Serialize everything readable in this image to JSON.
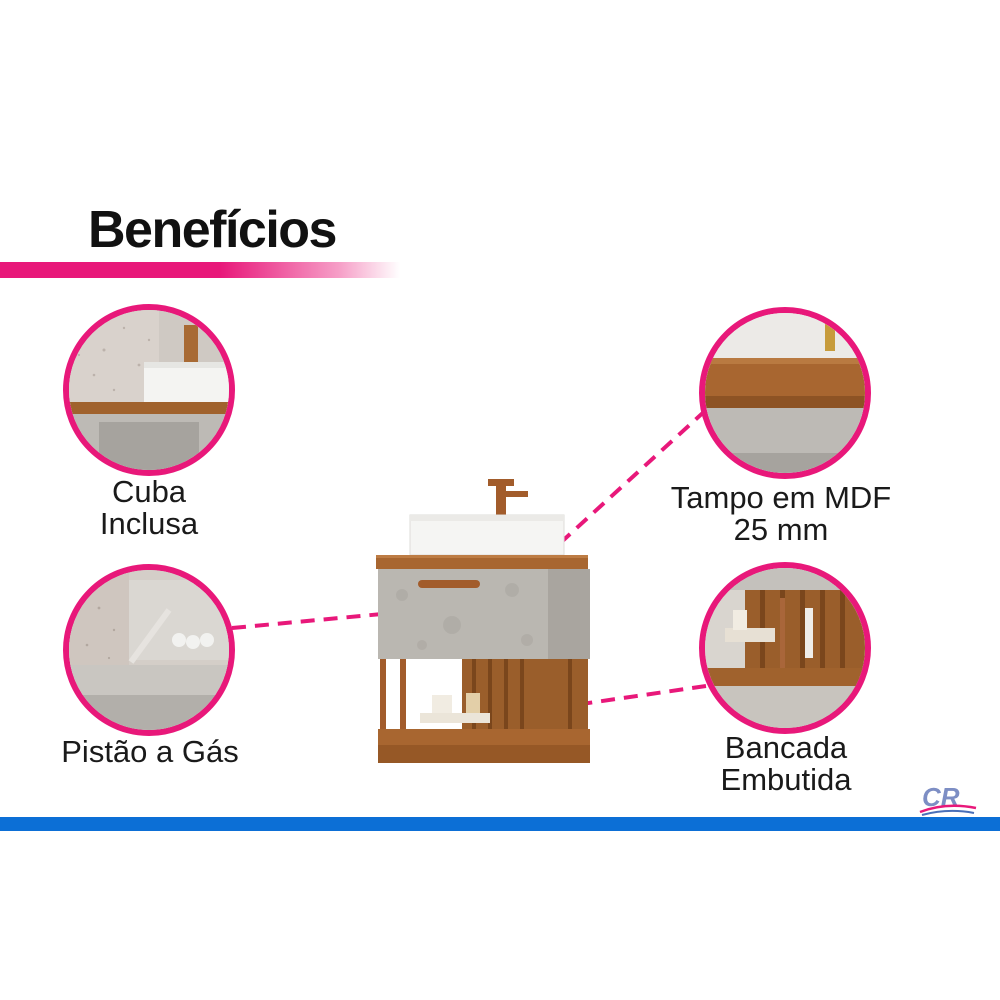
{
  "title": "Benefícios",
  "features": {
    "cuba": {
      "line1": "Cuba",
      "line2": "Inclusa"
    },
    "tampo": {
      "line1": "Tampo em MDF",
      "line2": "25 mm"
    },
    "pistao": {
      "line1": "Pistão a Gás"
    },
    "bancada": {
      "line1": "Bancada",
      "line2": "Embutida"
    }
  },
  "logo": {
    "text": "CR"
  },
  "colors": {
    "accent_pink": "#e8187a",
    "bottom_bar_blue": "#0c6fd6",
    "wood": "#a0622d",
    "concrete": "#b9b6b0"
  }
}
